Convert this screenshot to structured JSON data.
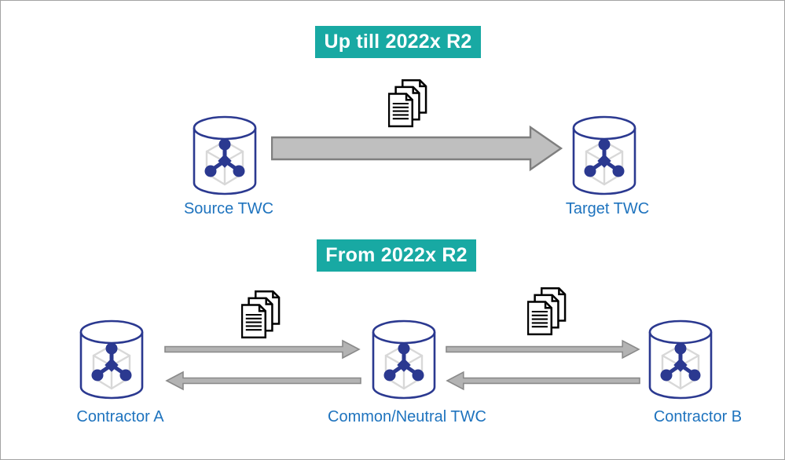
{
  "sections": {
    "before": {
      "banner": "Up till 2022x R2",
      "nodes": {
        "source": "Source TWC",
        "target": "Target TWC"
      }
    },
    "after": {
      "banner": "From 2022x R2",
      "nodes": {
        "contractor_a": "Contractor A",
        "common": "Common/Neutral TWC",
        "contractor_b": "Contractor B"
      }
    }
  },
  "icons": {
    "database": "teamwork-cloud-database-cylinder",
    "documents": "document-stack",
    "big_arrow": "block-arrow-right",
    "small_arrow_right": "thin-block-arrow-right",
    "small_arrow_left": "thin-block-arrow-left"
  },
  "colors": {
    "banner_background": "#18A9A3",
    "banner_text": "#FFFFFF",
    "node_label_blue": "#1E73BE",
    "database_outline_navy": "#2B3990",
    "cube_outline_gray": "#D8D8D8",
    "big_arrow_fill": "#BFBFBF",
    "big_arrow_outline": "#7F7F7F",
    "small_arrow_fill": "#B3B3B3",
    "small_arrow_outline": "#8A8A8A",
    "document_outline": "#000000",
    "frame_border": "#A3A3A3",
    "background": "#FFFFFF"
  }
}
